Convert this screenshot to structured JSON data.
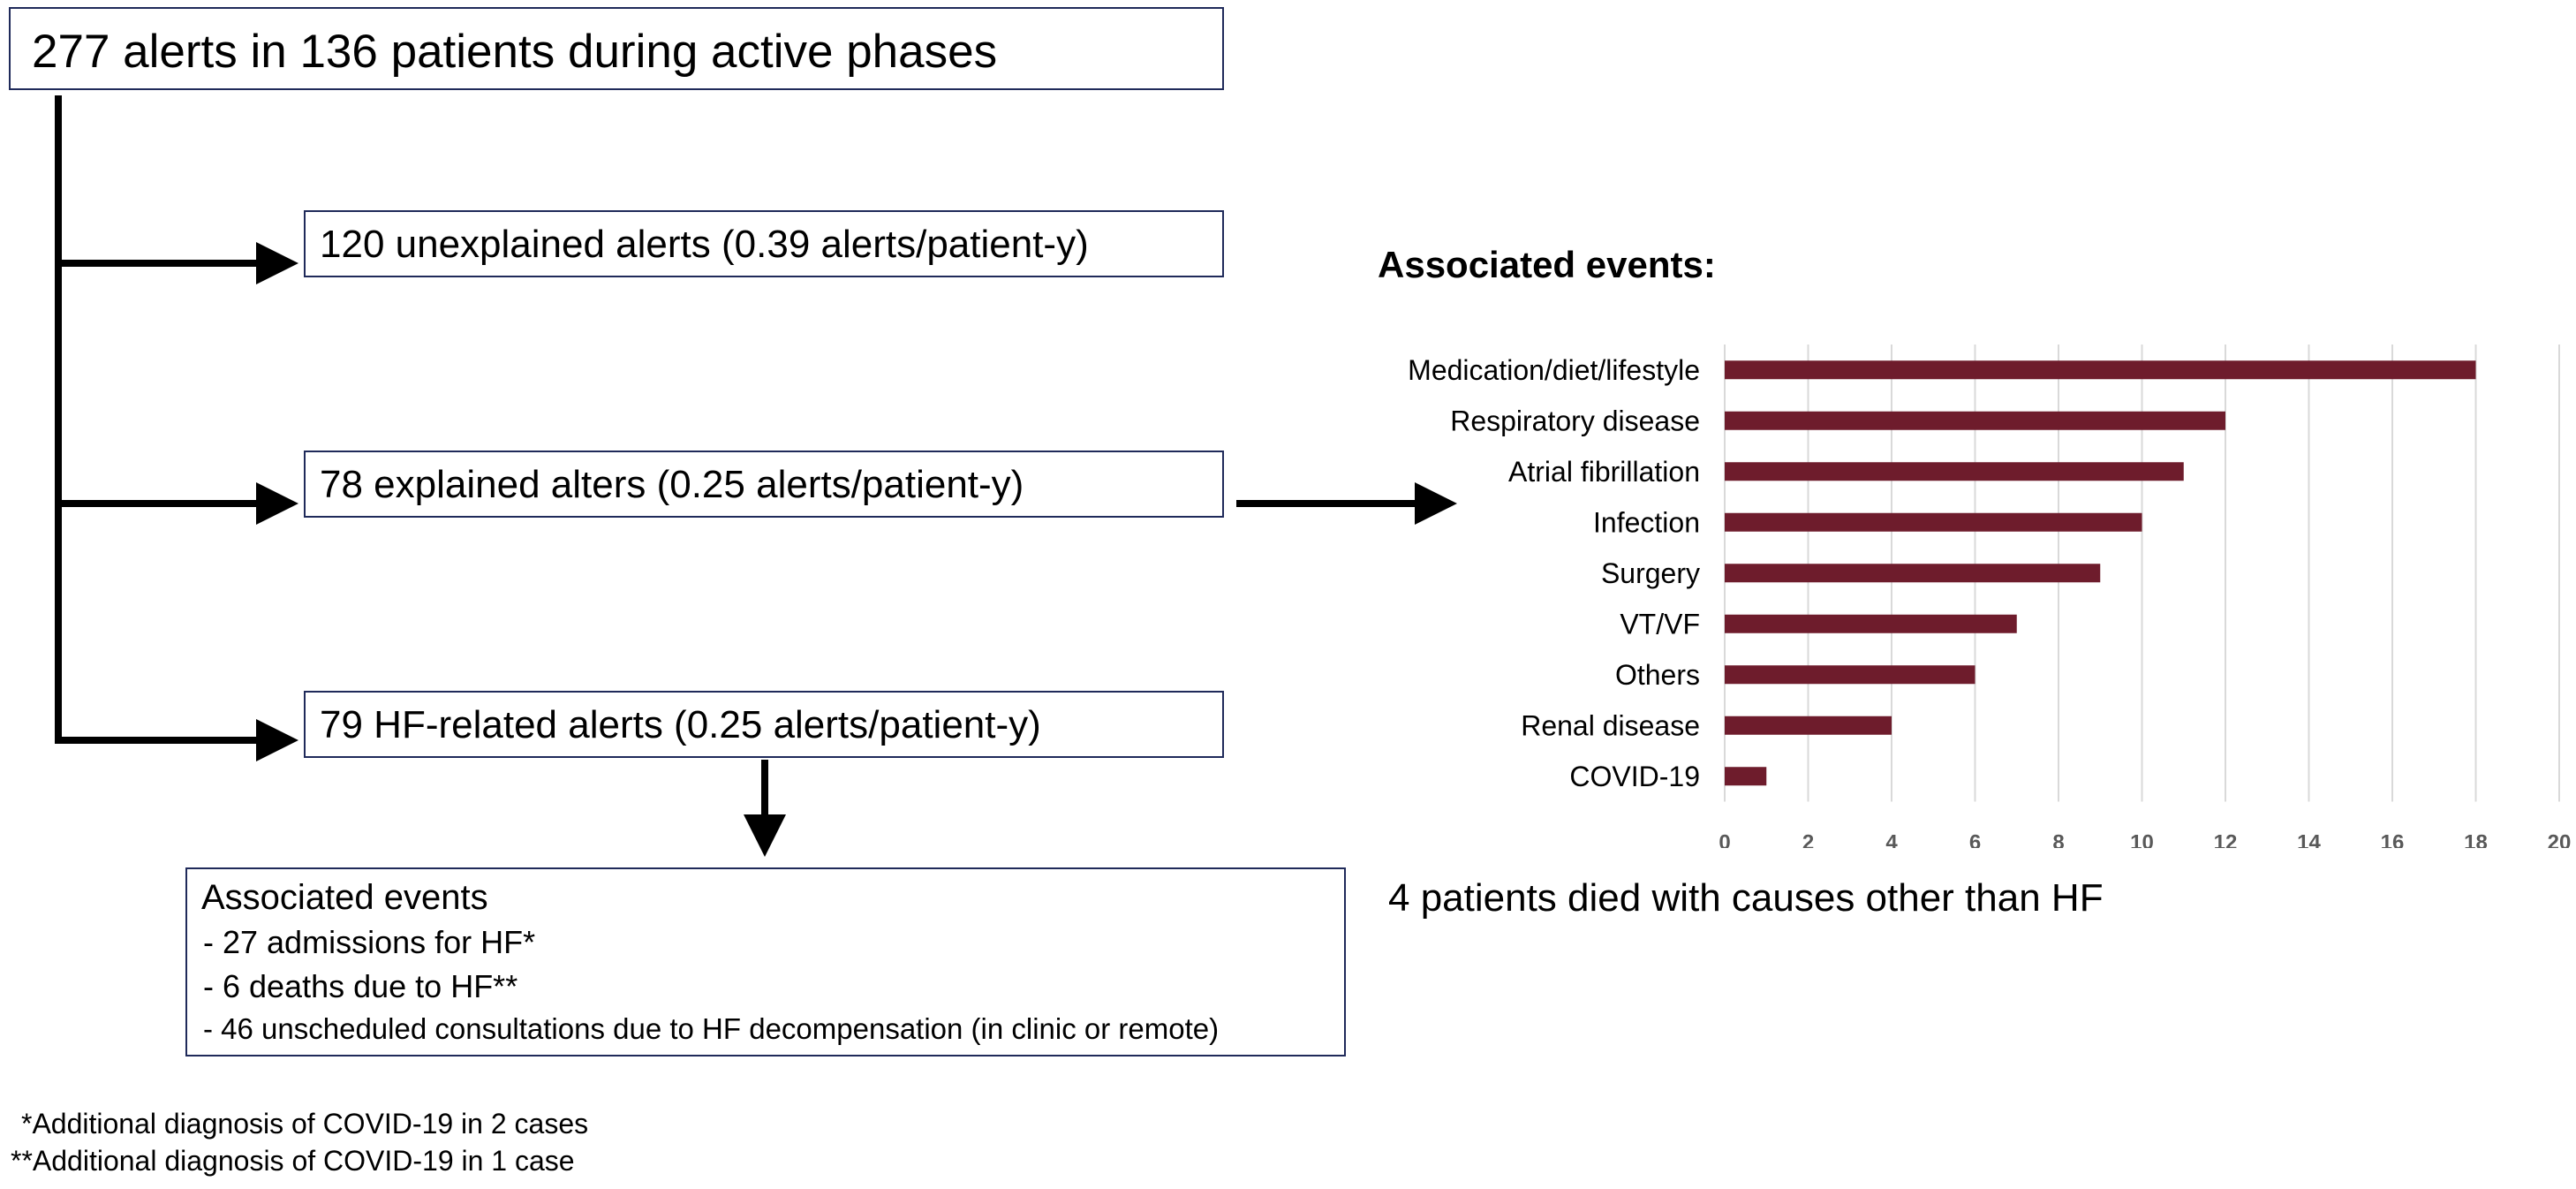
{
  "flow": {
    "total": "277 alerts in 136 patients during active phases",
    "unexplained": "120 unexplained alerts (0.39 alerts/patient-y)",
    "explained": "78 explained alters (0.25 alerts/patient-y)",
    "hf_related": "79 HF-related alerts (0.25 alerts/patient-y)",
    "hf_events": {
      "title": "Associated events",
      "items": [
        "- 27 admissions for HF*",
        "- 6 deaths due to HF**",
        "- 46 unscheduled consultations due to HF decompensation (in clinic or remote)"
      ]
    },
    "deaths_other": "4 patients died with causes other than HF",
    "footnotes": [
      "*Additional diagnosis of COVID-19 in 2 cases",
      "**Additional diagnosis of COVID-19 in 1 case"
    ]
  },
  "chart_data": {
    "type": "bar",
    "orientation": "horizontal",
    "title": "Associated events:",
    "categories": [
      "Medication/diet/lifestyle",
      "Respiratory disease",
      "Atrial fibrillation",
      "Infection",
      "Surgery",
      "VT/VF",
      "Others",
      "Renal disease",
      "COVID-19"
    ],
    "values": [
      18,
      12,
      11,
      10,
      9,
      7,
      6,
      4,
      1
    ],
    "xlim": [
      0,
      20
    ],
    "xticks": [
      0,
      2,
      4,
      6,
      8,
      10,
      12,
      14,
      16,
      18,
      20
    ],
    "grid": "vertical",
    "bar_color": "#6e1c2c",
    "xlabel": "",
    "ylabel": ""
  }
}
